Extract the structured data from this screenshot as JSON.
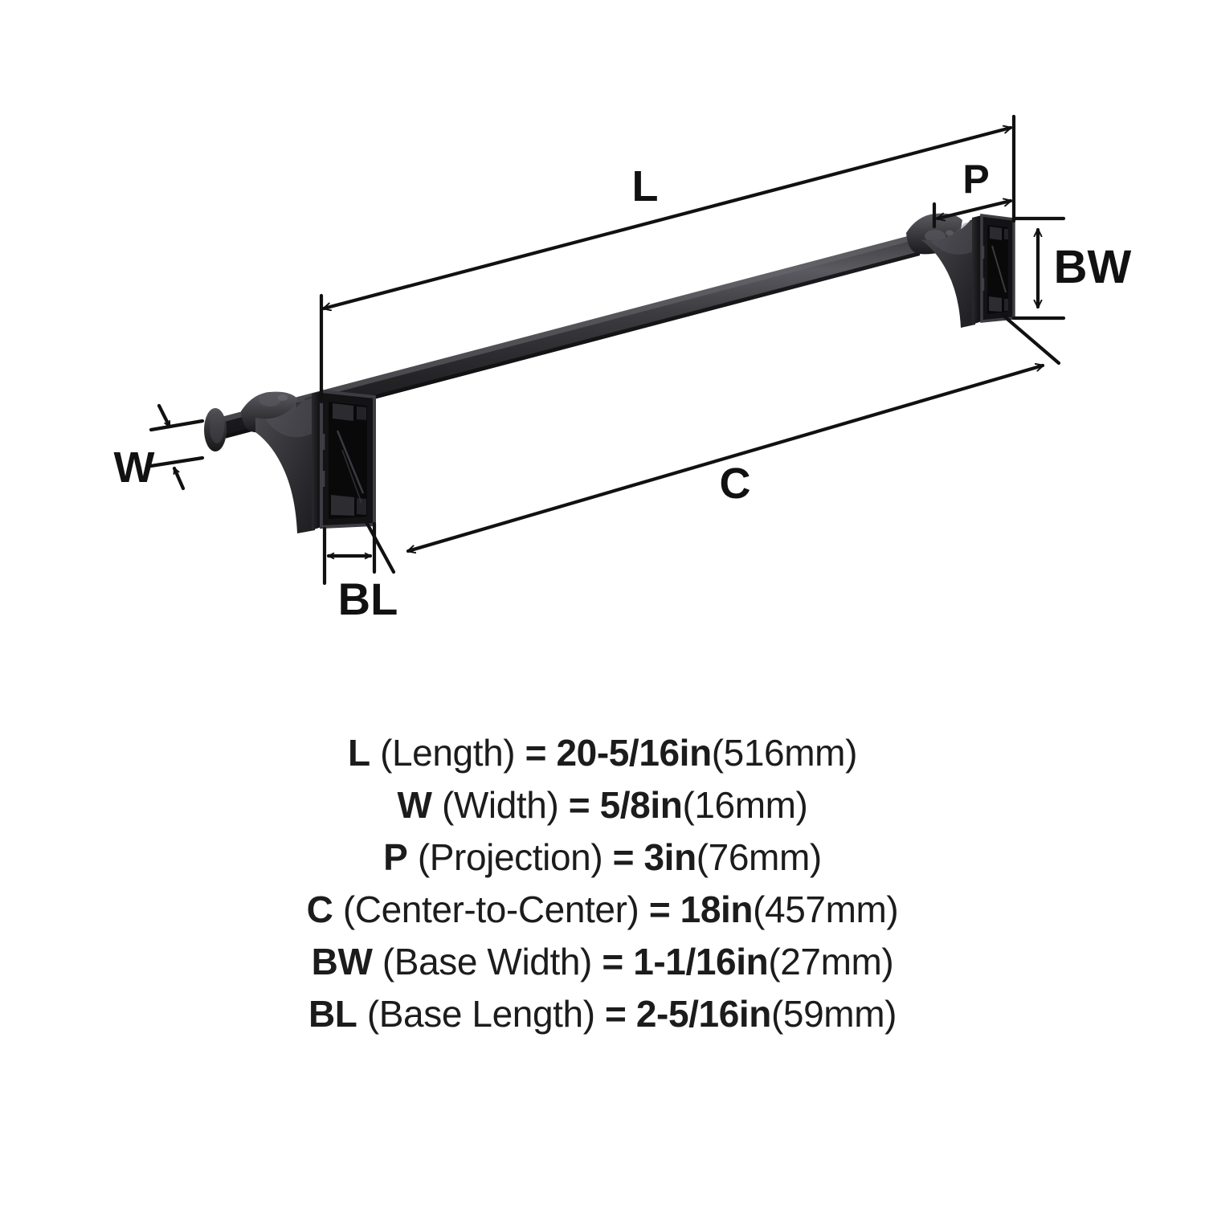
{
  "diagram": {
    "title": "Towel bar dimension diagram",
    "product": "wall-mounted towel bar",
    "colors": {
      "line": "#111111",
      "part_dark": "#1b1b1d",
      "part_mid": "#3a3a3d",
      "part_light": "#55555a",
      "background": "#ffffff"
    },
    "dimension_labels": {
      "L": "L",
      "W": "W",
      "P": "P",
      "C": "C",
      "BW": "BW",
      "BL": "BL"
    }
  },
  "legend": {
    "rows": [
      {
        "symbol": "L",
        "name": "(Length)",
        "equals": "=",
        "value": "20-5/16in",
        "metric": "(516mm)"
      },
      {
        "symbol": "W",
        "name": "(Width)",
        "equals": "=",
        "value": "5/8in",
        "metric": "(16mm)"
      },
      {
        "symbol": "P",
        "name": "(Projection)",
        "equals": "=",
        "value": "3in",
        "metric": "(76mm)"
      },
      {
        "symbol": "C",
        "name": "(Center-to-Center)",
        "equals": "=",
        "value": "18in",
        "metric": "(457mm)"
      },
      {
        "symbol": "BW",
        "name": "(Base Width)",
        "equals": "=",
        "value": "1-1/16in",
        "metric": "(27mm)"
      },
      {
        "symbol": "BL",
        "name": "(Base Length)",
        "equals": "=",
        "value": "2-5/16in",
        "metric": "(59mm)"
      }
    ]
  }
}
